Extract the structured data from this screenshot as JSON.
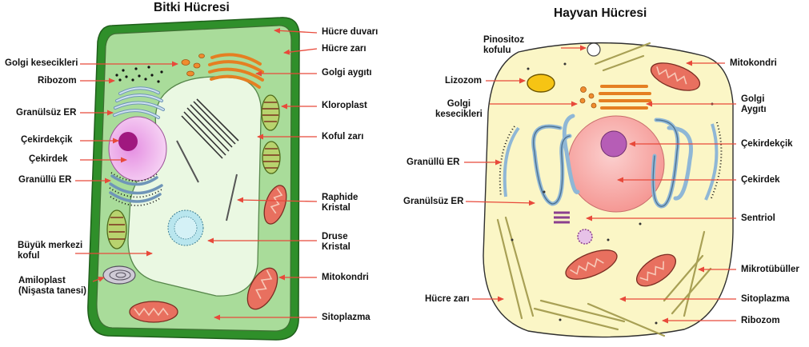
{
  "plant": {
    "title": "Bitki Hücresi",
    "labels": {
      "hucre_duvari": "Hücre duvarı",
      "hucre_zari": "Hücre zarı",
      "golgi_kesecikleri": "Golgi kesecikleri",
      "ribozom": "Ribozom",
      "golgi_aygiti": "Golgi aygıtı",
      "granulsuz_er": "Granülsüz ER",
      "kloroplast": "Kloroplast",
      "cekirdekcik": "Çekirdekçik",
      "koful_zari": "Koful zarı",
      "cekirdek": "Çekirdek",
      "granullu_er": "Granüllü ER",
      "raphide_kristal": "Raphide\nKristal",
      "buyuk_merkezi_koful": "Büyük merkezi\nkoful",
      "druse_kristal": "Druse\nKristal",
      "amiloplast": "Amiloplast\n(Nişasta tanesi)",
      "mitokondri": "Mitokondri",
      "sitoplazma": "Sitoplazma"
    }
  },
  "animal": {
    "title": "Hayvan Hücresi",
    "labels": {
      "pinositoz_kofulu": "Pinositoz\nkofulu",
      "mitokondri_top": "Mitokondri",
      "lizozom": "Lizozom",
      "golgi_kesecikleri": "Golgi\nkesecikleri",
      "golgi_aygiti": "Golgi\nAygıtı",
      "cekirdekcik": "Çekirdekçik",
      "granullu_er": "Granüllü ER",
      "cekirdek": "Çekirdek",
      "granulsuz_er": "Granülsüz ER",
      "sentriol": "Sentriol",
      "mikrotubuller": "Mikrotübüller",
      "hucre_zari": "Hücre zarı",
      "sitoplazma": "Sitoplazma",
      "ribozom": "Ribozom"
    }
  },
  "colors": {
    "arrow": "#e8493a",
    "cell_wall": "#2f8f2a",
    "plant_cytoplasm": "#a9dc9a",
    "vacuole": "#eaf8e2",
    "nucleus_plant": "#f2b6ef",
    "nucleolus_plant": "#a0187f",
    "golgi": "#f08c2e",
    "er_blue": "#8fb7d6",
    "chloroplast": "#b8d36e",
    "mitochondria": "#e8705f",
    "animal_cytoplasm": "#fbf6c6",
    "nucleus_animal": "#f7a3a0",
    "nucleolus_animal": "#b65db6",
    "lysosome": "#f6c414",
    "microtubule": "#c8be6e"
  }
}
